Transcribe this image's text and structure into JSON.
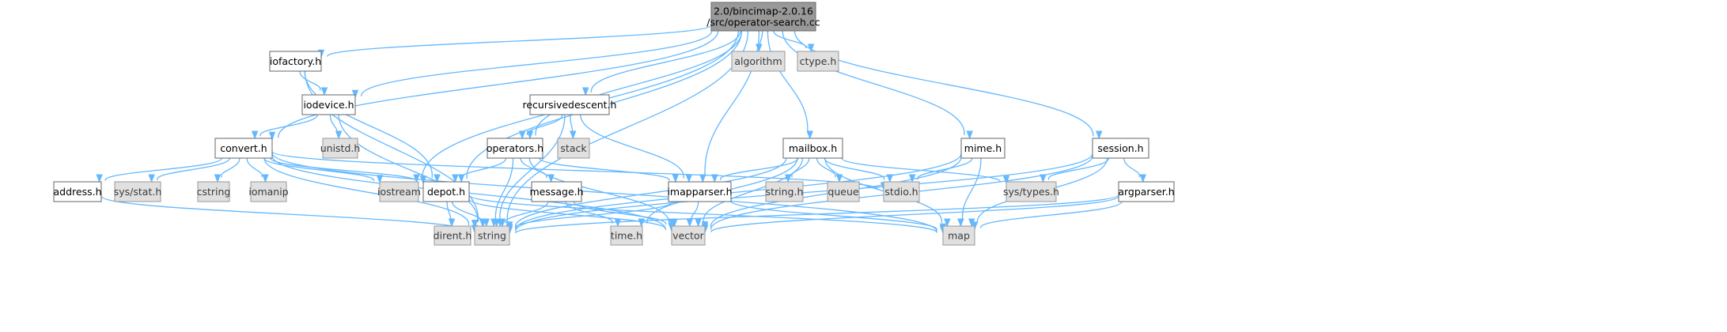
{
  "graph": {
    "colors": {
      "edge": "#63b8ff",
      "root_fill": "#999999",
      "system_fill": "#e0e0e0",
      "header_fill": "#ffffff",
      "border": "#666666"
    },
    "nodes": [
      {
        "id": "root",
        "kind": "root",
        "lines": [
          "2.0/bincimap-2.0.16",
          "/src/operator-search.cc"
        ]
      },
      {
        "id": "iofactory_h",
        "kind": "header",
        "lines": [
          "iofactory.h"
        ]
      },
      {
        "id": "algorithm",
        "kind": "system",
        "lines": [
          "algorithm"
        ]
      },
      {
        "id": "ctype_h",
        "kind": "system",
        "lines": [
          "ctype.h"
        ]
      },
      {
        "id": "iodevice_h",
        "kind": "header",
        "lines": [
          "iodevice.h"
        ]
      },
      {
        "id": "recursivedescent_h",
        "kind": "header",
        "lines": [
          "recursivedescent.h"
        ]
      },
      {
        "id": "unistd_h",
        "kind": "system",
        "lines": [
          "unistd.h"
        ]
      },
      {
        "id": "stack",
        "kind": "system",
        "lines": [
          "stack"
        ]
      },
      {
        "id": "convert_h",
        "kind": "header",
        "lines": [
          "convert.h"
        ]
      },
      {
        "id": "operators_h",
        "kind": "header",
        "lines": [
          "operators.h"
        ]
      },
      {
        "id": "mailbox_h",
        "kind": "header",
        "lines": [
          "mailbox.h"
        ]
      },
      {
        "id": "mime_h",
        "kind": "header",
        "lines": [
          "mime.h"
        ]
      },
      {
        "id": "session_h",
        "kind": "header",
        "lines": [
          "session.h"
        ]
      },
      {
        "id": "address_h",
        "kind": "header",
        "lines": [
          "address.h"
        ]
      },
      {
        "id": "sys_stat_h",
        "kind": "system",
        "lines": [
          "sys/stat.h"
        ]
      },
      {
        "id": "cstring",
        "kind": "system",
        "lines": [
          "cstring"
        ]
      },
      {
        "id": "iomanip",
        "kind": "system",
        "lines": [
          "iomanip"
        ]
      },
      {
        "id": "iostream",
        "kind": "system",
        "lines": [
          "iostream"
        ]
      },
      {
        "id": "depot_h",
        "kind": "header",
        "lines": [
          "depot.h"
        ]
      },
      {
        "id": "message_h",
        "kind": "header",
        "lines": [
          "message.h"
        ]
      },
      {
        "id": "imapparser_h",
        "kind": "header",
        "lines": [
          "imapparser.h"
        ]
      },
      {
        "id": "string_h",
        "kind": "system",
        "lines": [
          "string.h"
        ]
      },
      {
        "id": "queue",
        "kind": "system",
        "lines": [
          "queue"
        ]
      },
      {
        "id": "stdio_h",
        "kind": "system",
        "lines": [
          "stdio.h"
        ]
      },
      {
        "id": "sys_types_h",
        "kind": "system",
        "lines": [
          "sys/types.h"
        ]
      },
      {
        "id": "argparser_h",
        "kind": "header",
        "lines": [
          "argparser.h"
        ]
      },
      {
        "id": "dirent_h",
        "kind": "system",
        "lines": [
          "dirent.h"
        ]
      },
      {
        "id": "string",
        "kind": "system",
        "lines": [
          "string"
        ]
      },
      {
        "id": "time_h",
        "kind": "system",
        "lines": [
          "time.h"
        ]
      },
      {
        "id": "vector",
        "kind": "system",
        "lines": [
          "vector"
        ]
      },
      {
        "id": "map",
        "kind": "system",
        "lines": [
          "map"
        ]
      }
    ],
    "edges": [
      [
        "root",
        "iofactory_h"
      ],
      [
        "root",
        "algorithm"
      ],
      [
        "root",
        "ctype_h"
      ],
      [
        "root",
        "iodevice_h"
      ],
      [
        "root",
        "recursivedescent_h"
      ],
      [
        "root",
        "convert_h"
      ],
      [
        "root",
        "operators_h"
      ],
      [
        "root",
        "mailbox_h"
      ],
      [
        "root",
        "mime_h"
      ],
      [
        "root",
        "session_h"
      ],
      [
        "root",
        "iostream"
      ],
      [
        "root",
        "depot_h"
      ],
      [
        "root",
        "imapparser_h"
      ],
      [
        "root",
        "string"
      ],
      [
        "iofactory_h",
        "iodevice_h"
      ],
      [
        "iofactory_h",
        "string"
      ],
      [
        "iofactory_h",
        "depot_h"
      ],
      [
        "iodevice_h",
        "convert_h"
      ],
      [
        "iodevice_h",
        "unistd_h"
      ],
      [
        "iodevice_h",
        "string"
      ],
      [
        "recursivedescent_h",
        "operators_h"
      ],
      [
        "recursivedescent_h",
        "stack"
      ],
      [
        "recursivedescent_h",
        "imapparser_h"
      ],
      [
        "recursivedescent_h",
        "string"
      ],
      [
        "convert_h",
        "address_h"
      ],
      [
        "convert_h",
        "sys_stat_h"
      ],
      [
        "convert_h",
        "cstring"
      ],
      [
        "convert_h",
        "iomanip"
      ],
      [
        "convert_h",
        "iostream"
      ],
      [
        "convert_h",
        "depot_h"
      ],
      [
        "convert_h",
        "stdio_h"
      ],
      [
        "convert_h",
        "string"
      ],
      [
        "convert_h",
        "vector"
      ],
      [
        "convert_h",
        "map"
      ],
      [
        "operators_h",
        "depot_h"
      ],
      [
        "operators_h",
        "message_h"
      ],
      [
        "operators_h",
        "imapparser_h"
      ],
      [
        "operators_h",
        "string"
      ],
      [
        "operators_h",
        "vector"
      ],
      [
        "mailbox_h",
        "imapparser_h"
      ],
      [
        "mailbox_h",
        "string_h"
      ],
      [
        "mailbox_h",
        "queue"
      ],
      [
        "mailbox_h",
        "stdio_h"
      ],
      [
        "mailbox_h",
        "sys_types_h"
      ],
      [
        "mailbox_h",
        "string"
      ],
      [
        "mailbox_h",
        "time_h"
      ],
      [
        "mailbox_h",
        "vector"
      ],
      [
        "mailbox_h",
        "map"
      ],
      [
        "mime_h",
        "stdio_h"
      ],
      [
        "mime_h",
        "string"
      ],
      [
        "mime_h",
        "vector"
      ],
      [
        "mime_h",
        "map"
      ],
      [
        "session_h",
        "sys_types_h"
      ],
      [
        "session_h",
        "argparser_h"
      ],
      [
        "session_h",
        "string"
      ],
      [
        "session_h",
        "vector"
      ],
      [
        "session_h",
        "map"
      ],
      [
        "address_h",
        "string"
      ],
      [
        "depot_h",
        "dirent_h"
      ],
      [
        "depot_h",
        "string"
      ],
      [
        "depot_h",
        "vector"
      ],
      [
        "depot_h",
        "map"
      ],
      [
        "message_h",
        "string"
      ],
      [
        "message_h",
        "time_h"
      ],
      [
        "message_h",
        "vector"
      ],
      [
        "imapparser_h",
        "string"
      ],
      [
        "imapparser_h",
        "vector"
      ],
      [
        "imapparser_h",
        "map"
      ],
      [
        "argparser_h",
        "string"
      ],
      [
        "argparser_h",
        "vector"
      ],
      [
        "argparser_h",
        "map"
      ]
    ]
  }
}
